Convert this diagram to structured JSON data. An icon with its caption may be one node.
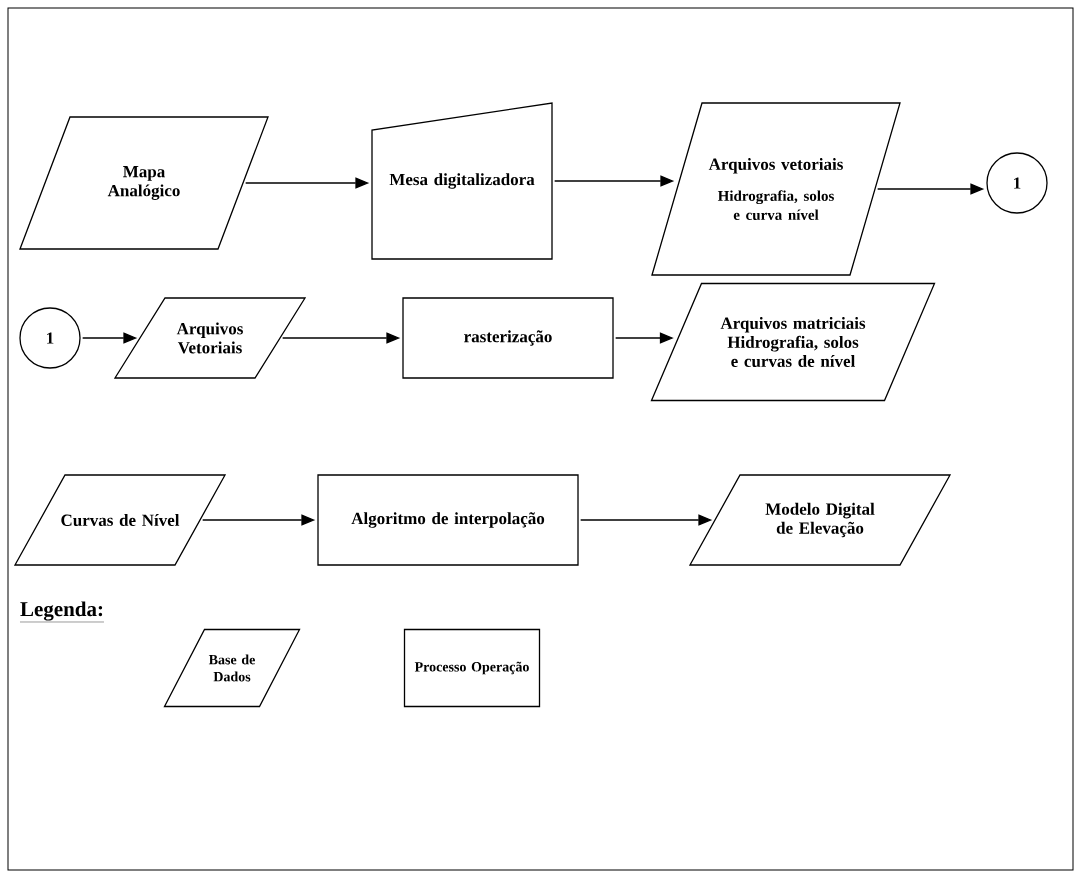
{
  "diagram": {
    "nodes": [
      {
        "text": [
          "Mapa Analógico"
        ]
      },
      {
        "text": [
          "Mesa digitalizadora"
        ]
      },
      {
        "text": [
          "Arquivos vetoriais",
          "Hidrografia, solos e curva nível"
        ]
      },
      {
        "text": [
          "1"
        ]
      },
      {
        "text": [
          "1"
        ]
      },
      {
        "text": [
          "Arquivos Vetoriais"
        ]
      },
      {
        "text": [
          "rasterização"
        ]
      },
      {
        "text": [
          "Arquivos matriciais Hidrografia, solos e curvas de nível"
        ]
      },
      {
        "text": [
          "Curvas de Nível"
        ]
      },
      {
        "text": [
          "Algoritmo de interpolação"
        ]
      },
      {
        "text": [
          "Modelo Digital de Elevação"
        ]
      }
    ],
    "edges": [
      {
        "from": 0,
        "to": 1,
        "arrow": "to"
      },
      {
        "from": 1,
        "to": 2,
        "arrow": "to"
      },
      {
        "from": 2,
        "to": 3,
        "arrow": "to"
      },
      {
        "from": 4,
        "to": 5,
        "arrow": "to"
      },
      {
        "from": 5,
        "to": 6,
        "arrow": "to"
      },
      {
        "from": 6,
        "to": 7,
        "arrow": "to"
      },
      {
        "from": 8,
        "to": 9,
        "arrow": "to"
      },
      {
        "from": 9,
        "to": 10,
        "arrow": "to"
      }
    ],
    "labels": [
      "Legenda:"
    ],
    "legend": [
      {
        "text": "Base de Dados"
      },
      {
        "text": "Processo Operação"
      }
    ]
  }
}
